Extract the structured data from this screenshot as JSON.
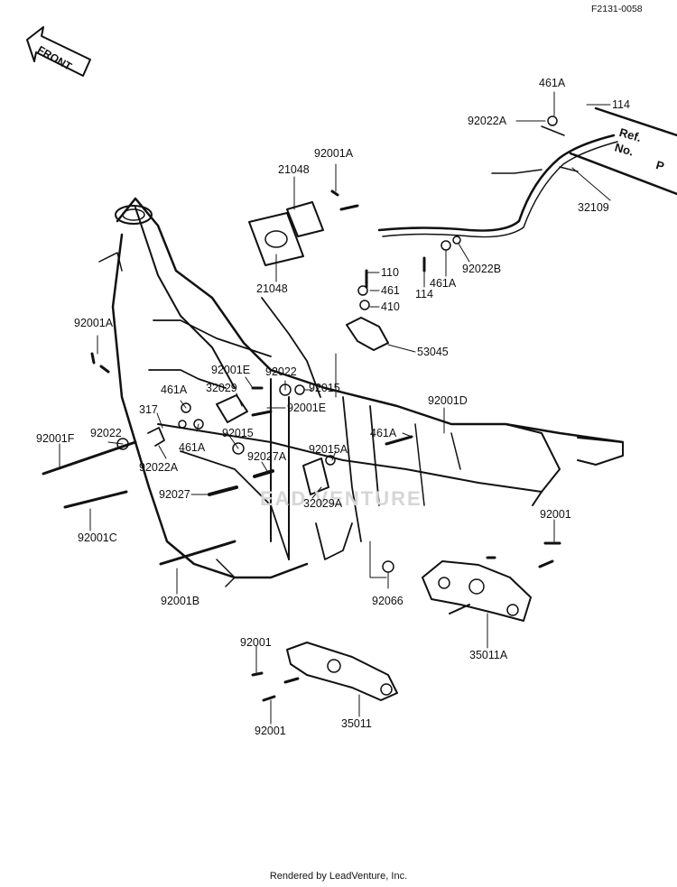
{
  "document": {
    "code": "F2131-0058",
    "footer": "Rendered by LeadVenture, Inc.",
    "front_arrow": "FRONT",
    "ref_note": [
      "Ref.",
      "No.",
      "P"
    ],
    "watermark": "EAD VENTURE"
  },
  "parts": {
    "p_461A_top": "461A",
    "p_114_top": "114",
    "p_92022A_top": "92022A",
    "p_32109": "32109",
    "p_92001A_top": "92001A",
    "p_21048_top": "21048",
    "p_21048_bottom": "21048",
    "p_110": "110",
    "p_461": "461",
    "p_410": "410",
    "p_114_mid": "114",
    "p_461A_mid": "461A",
    "p_92022B": "92022B",
    "p_53045": "53045",
    "p_92001A_left": "92001A",
    "p_92001E_a": "92001E",
    "p_92022_mid": "92022",
    "p_461A_left": "461A",
    "p_32029": "32029",
    "p_92015_a": "92015",
    "p_92001E_b": "92001E",
    "p_92001D": "92001D",
    "p_317": "317",
    "p_92001F": "92001F",
    "p_92022_left": "92022",
    "p_461A_c": "461A",
    "p_92015_b": "92015",
    "p_92015A": "92015A",
    "p_461A_right": "461A",
    "p_92022A_left": "92022A",
    "p_92027A": "92027A",
    "p_92027": "92027",
    "p_32029A": "32029A",
    "p_92001C": "92001C",
    "p_92001_right": "92001",
    "p_92001B": "92001B",
    "p_92066": "92066",
    "p_35011A": "35011A",
    "p_92001_bl_top": "92001",
    "p_92001_bl_bottom": "92001",
    "p_35011": "35011"
  }
}
